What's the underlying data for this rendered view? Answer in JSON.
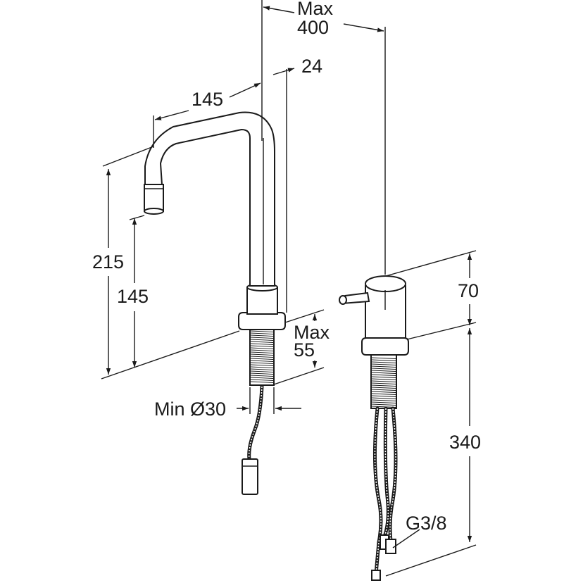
{
  "diagram": {
    "labels": {
      "max_reach_top": "Max",
      "max_reach_value": "400",
      "spout_width": "24",
      "spout_reach": "145",
      "total_height": "215",
      "spout_height": "145",
      "max_thickness_top": "Max",
      "max_thickness_value": "55",
      "min_hole": "Min Ø30",
      "handle_height": "70",
      "hose_length": "340",
      "connection": "G3/8"
    }
  }
}
